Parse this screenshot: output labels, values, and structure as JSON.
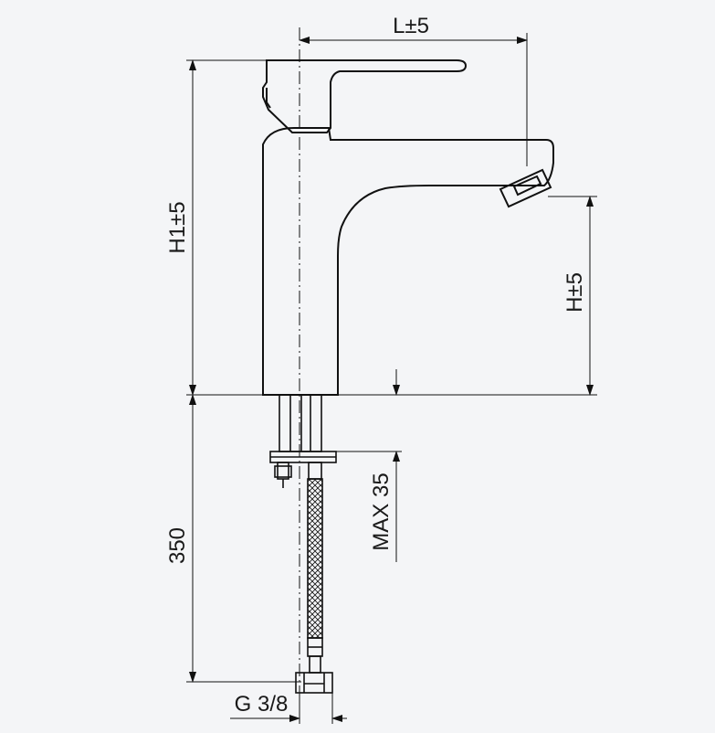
{
  "dimensions": {
    "length": "L±5",
    "total_height": "H1±5",
    "spout_height": "H±5",
    "hose_length": "350",
    "max_thickness": "MAX 35",
    "thread": "G 3/8"
  },
  "colors": {
    "background": "#f4f5f7",
    "line": "#111111"
  }
}
